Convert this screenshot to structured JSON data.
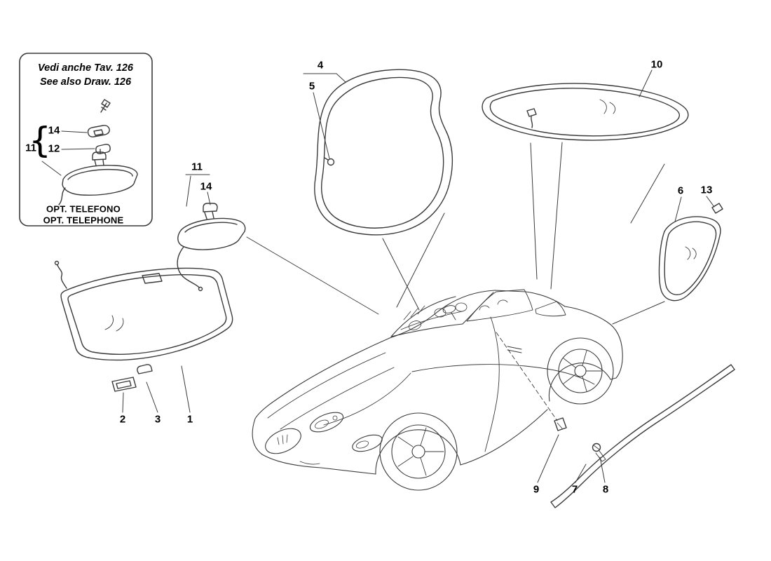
{
  "note_box": {
    "see_also_it": "Vedi anche Tav. 126",
    "see_also_en": "See also Draw. 126",
    "brace": "{",
    "opt_it": "OPT. TELEFONO",
    "opt_en": "OPT. TELEPHONE"
  },
  "callouts": {
    "c1": "1",
    "c2": "2",
    "c3": "3",
    "c4": "4",
    "c5": "5",
    "c6": "6",
    "c7": "7",
    "c8": "8",
    "c9": "9",
    "c10": "10",
    "c11": "11",
    "c12": "12",
    "c13": "13",
    "c14": "14"
  },
  "colors": {
    "background": "#ffffff",
    "line_art": "#3a3a3a",
    "label_text": "#000000"
  }
}
